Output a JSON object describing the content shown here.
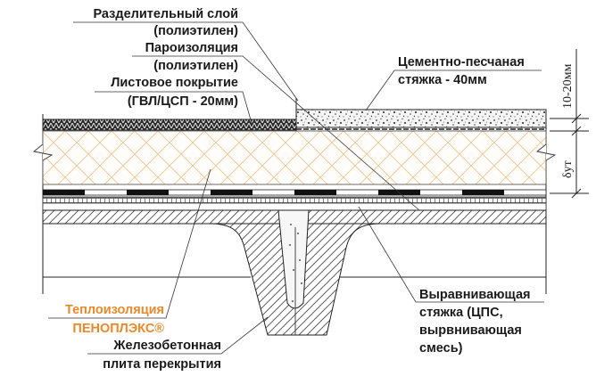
{
  "title": "Конструкция утепления пола по железобетонной плите перекрытия",
  "labels": {
    "separating_layer": [
      "Разделительный слой",
      "(полиэтилен)"
    ],
    "vapor_barrier": [
      "Пароизоляция",
      "(полиэтилен)"
    ],
    "sheet_covering": [
      "Листовое покрытие",
      "(ГВЛ/ЦСП - 20мм)"
    ],
    "cement_screed": [
      "Цементно-песчаная",
      "стяжка - 40мм"
    ],
    "insulation": [
      "Теплоизоляция",
      "ПЕНОПЛЭКС®"
    ],
    "concrete_slab": [
      "Железобетонная",
      "плита перекрытия"
    ],
    "leveling_screed": [
      "Выравнивающая",
      "стяжка (ЦПС,",
      "вырвнивающая",
      "смесь)"
    ]
  },
  "dimensions": {
    "top_layer": "10-20мм",
    "insulation_thickness": "δут"
  },
  "colors": {
    "insulation_hatch": "#e9b982",
    "insulation_label": "#e8892a",
    "line": "#222222"
  }
}
